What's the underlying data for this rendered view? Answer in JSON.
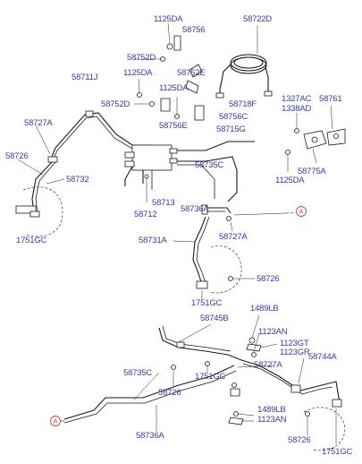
{
  "labels": [
    {
      "key": "l01",
      "text": "1125DA"
    },
    {
      "key": "l02",
      "text": "58756"
    },
    {
      "key": "l03",
      "text": "58722D"
    },
    {
      "key": "l04",
      "text": "58752D"
    },
    {
      "key": "l05",
      "text": "58711J"
    },
    {
      "key": "l06",
      "text": "1125DA"
    },
    {
      "key": "l07",
      "text": "58752E"
    },
    {
      "key": "l08",
      "text": "1125DA"
    },
    {
      "key": "l09",
      "text": "58752D"
    },
    {
      "key": "l10",
      "text": "58718F"
    },
    {
      "key": "l11",
      "text": "1327AC"
    },
    {
      "key": "l12",
      "text": "1338AD"
    },
    {
      "key": "l13",
      "text": "58761"
    },
    {
      "key": "l14",
      "text": "58756C"
    },
    {
      "key": "l15",
      "text": "58727A"
    },
    {
      "key": "l16",
      "text": "58756E"
    },
    {
      "key": "l17",
      "text": "58715G"
    },
    {
      "key": "l18",
      "text": "58726"
    },
    {
      "key": "l19",
      "text": "58735C"
    },
    {
      "key": "l20",
      "text": "58775A"
    },
    {
      "key": "l21",
      "text": "58732"
    },
    {
      "key": "l22",
      "text": "1125DA"
    },
    {
      "key": "l23",
      "text": "58713"
    },
    {
      "key": "l24",
      "text": "58712"
    },
    {
      "key": "l25",
      "text": "58736A"
    },
    {
      "key": "l26",
      "text": "1751GC"
    },
    {
      "key": "l27",
      "text": "58731A"
    },
    {
      "key": "l28",
      "text": "58727A"
    },
    {
      "key": "l29",
      "text": "58726"
    },
    {
      "key": "l30",
      "text": "1751GC"
    },
    {
      "key": "l31",
      "text": "1489LB"
    },
    {
      "key": "l32",
      "text": "58745B"
    },
    {
      "key": "l33",
      "text": "1123AN"
    },
    {
      "key": "l34",
      "text": "1123GT"
    },
    {
      "key": "l35",
      "text": "1123GR"
    },
    {
      "key": "l36",
      "text": "58744A"
    },
    {
      "key": "l37",
      "text": "58727A"
    },
    {
      "key": "l38",
      "text": "58735C"
    },
    {
      "key": "l39",
      "text": "1751GC"
    },
    {
      "key": "l40",
      "text": "58726"
    },
    {
      "key": "l41",
      "text": "1489LB"
    },
    {
      "key": "l42",
      "text": "1123AN"
    },
    {
      "key": "l43",
      "text": "58736A"
    },
    {
      "key": "l44",
      "text": "58726"
    },
    {
      "key": "l45",
      "text": "1751GC"
    }
  ],
  "markers": [
    {
      "key": "m1",
      "text": "A"
    },
    {
      "key": "m2",
      "text": "A"
    }
  ]
}
